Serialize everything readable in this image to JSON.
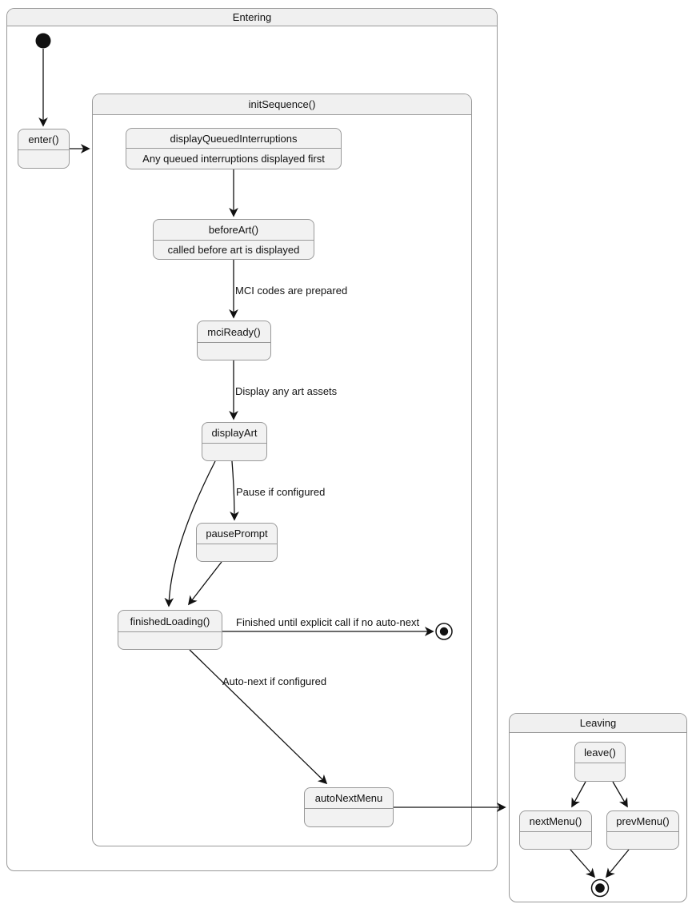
{
  "containers": {
    "entering": {
      "title": "Entering"
    },
    "init_sequence": {
      "title": "initSequence()"
    },
    "leaving": {
      "title": "Leaving"
    }
  },
  "states": {
    "enter": {
      "label": "enter()"
    },
    "display_queued_interruptions": {
      "label": "displayQueuedInterruptions",
      "description": "Any queued interruptions displayed first"
    },
    "before_art": {
      "label": "beforeArt()",
      "description": "called before art is displayed"
    },
    "mci_ready": {
      "label": "mciReady()"
    },
    "display_art": {
      "label": "displayArt"
    },
    "pause_prompt": {
      "label": "pausePrompt"
    },
    "finished_loading": {
      "label": "finishedLoading()"
    },
    "auto_next_menu": {
      "label": "autoNextMenu"
    },
    "leave": {
      "label": "leave()"
    },
    "next_menu": {
      "label": "nextMenu()"
    },
    "prev_menu": {
      "label": "prevMenu()"
    }
  },
  "edge_labels": {
    "mci_codes": "MCI codes are prepared",
    "display_assets": "Display any art assets",
    "pause_if_configured": "Pause if configured",
    "finished_no_autonext": "Finished until explicit call if no auto-next",
    "auto_next": "Auto-next if configured"
  },
  "colors": {
    "node_fill": "#f2f2f2",
    "node_border": "#999999",
    "container_title_fill": "#f0f0f0",
    "edge_color": "#111111",
    "text_color": "#111111",
    "background": "#ffffff"
  }
}
